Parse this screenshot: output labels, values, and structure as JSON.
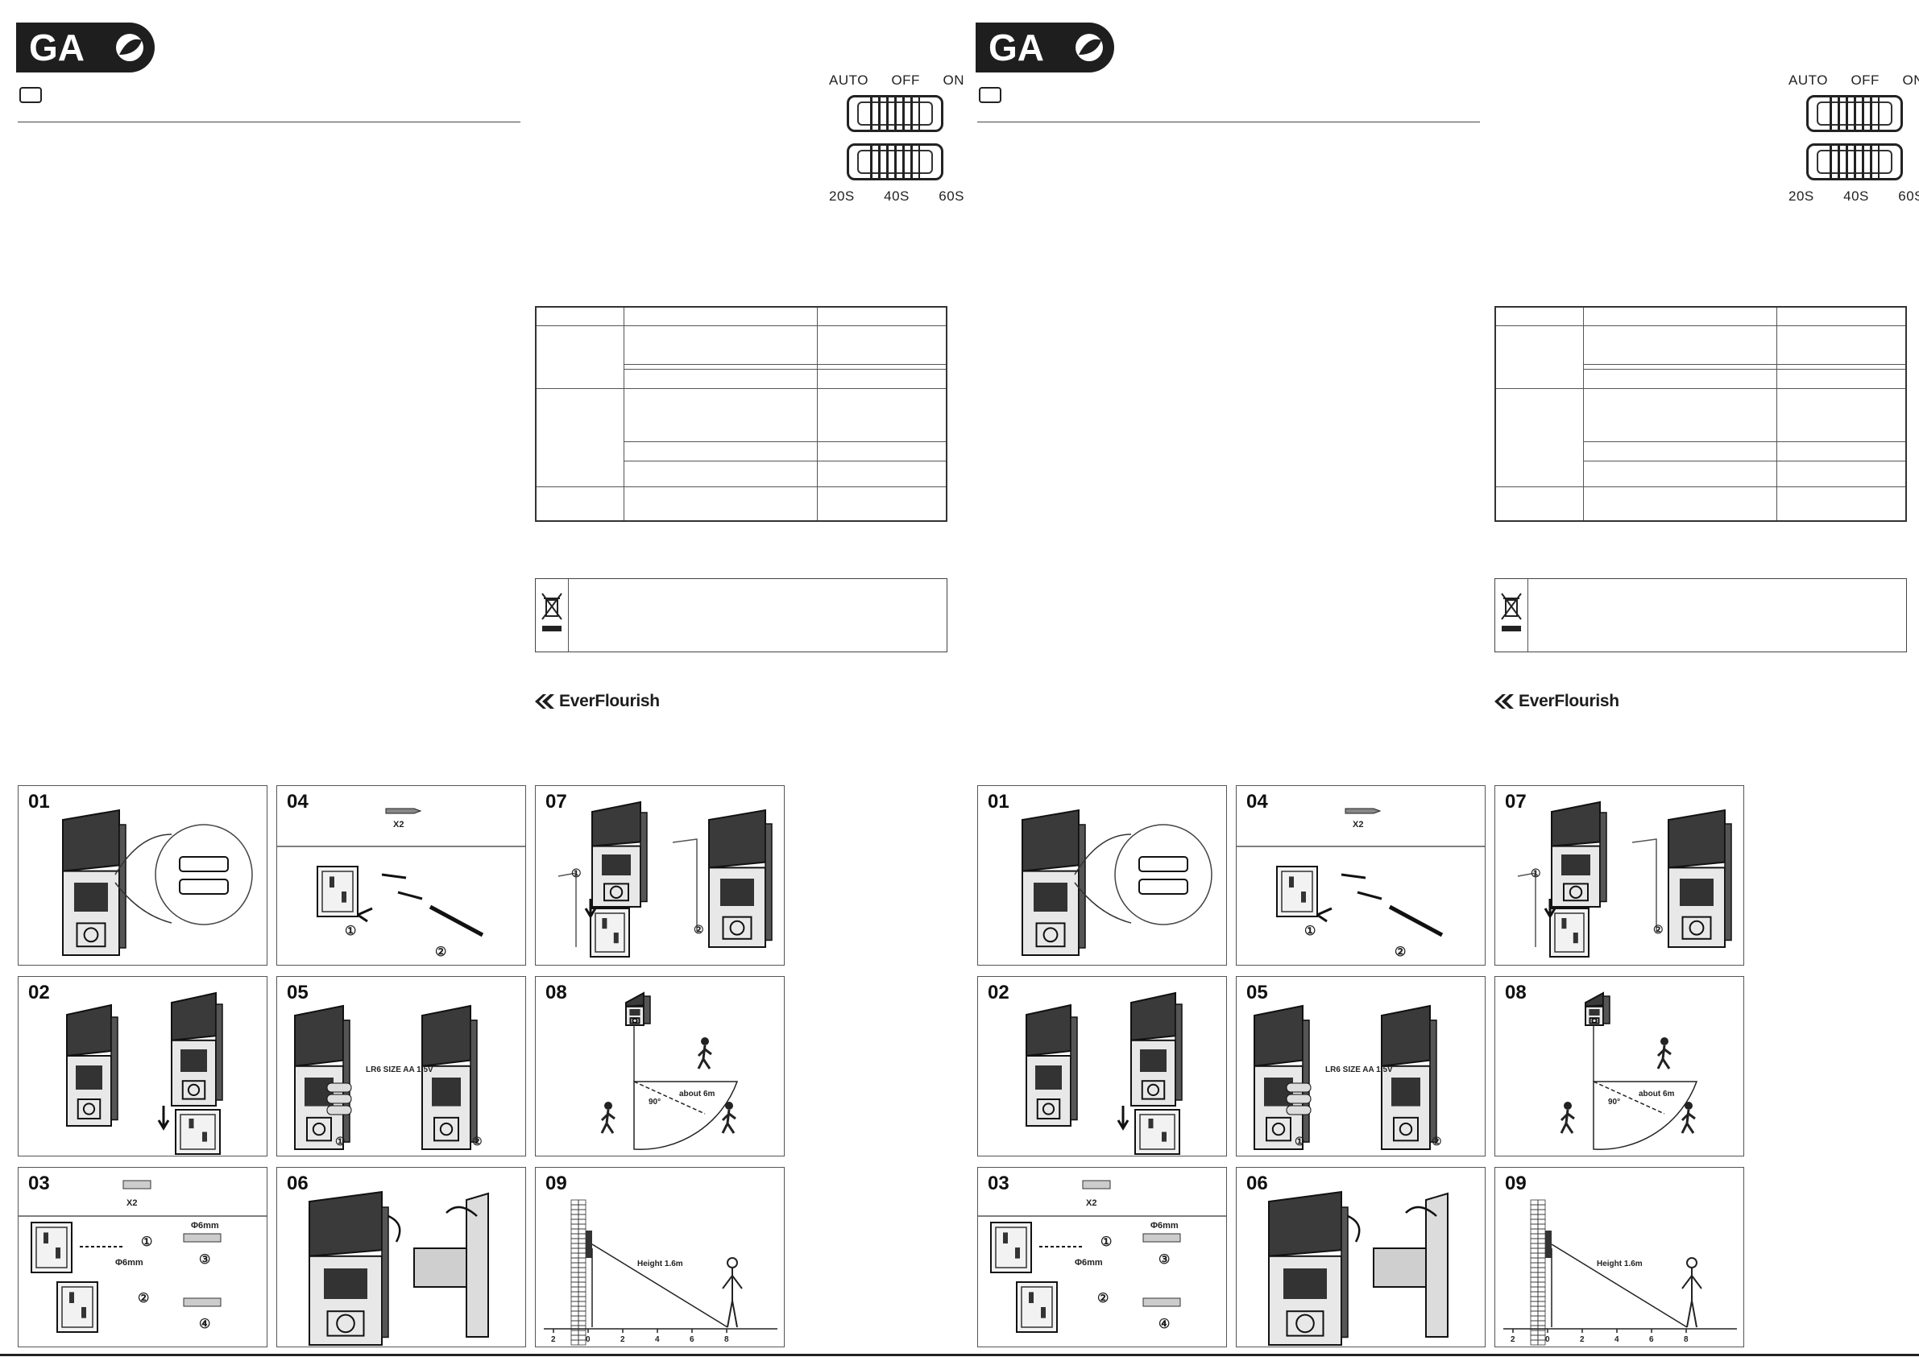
{
  "brand": {
    "logo_text": "GA"
  },
  "switch": {
    "mode_labels": [
      "AUTO",
      "OFF",
      "ON"
    ],
    "time_labels": [
      "20S",
      "40S",
      "60S"
    ]
  },
  "footer": {
    "manufacturer": "EverFlourish"
  },
  "steps": [
    {
      "num": "01"
    },
    {
      "num": "02"
    },
    {
      "num": "03",
      "qty": "X2",
      "hole_a": "Φ6mm",
      "hole_b": "Φ6mm",
      "markers": [
        "①",
        "②",
        "③",
        "④"
      ]
    },
    {
      "num": "04",
      "qty": "X2",
      "markers": [
        "①",
        "②"
      ]
    },
    {
      "num": "05",
      "battery": "LR6 SIZE AA 1.5V",
      "markers": [
        "①",
        "②"
      ]
    },
    {
      "num": "06"
    },
    {
      "num": "07",
      "markers": [
        "①",
        "②"
      ]
    },
    {
      "num": "08",
      "angle": "90°",
      "distance": "about 6m"
    },
    {
      "num": "09",
      "height": "Height 1.6m",
      "axis": [
        "2",
        "0",
        "2",
        "4",
        "6",
        "8"
      ]
    }
  ]
}
